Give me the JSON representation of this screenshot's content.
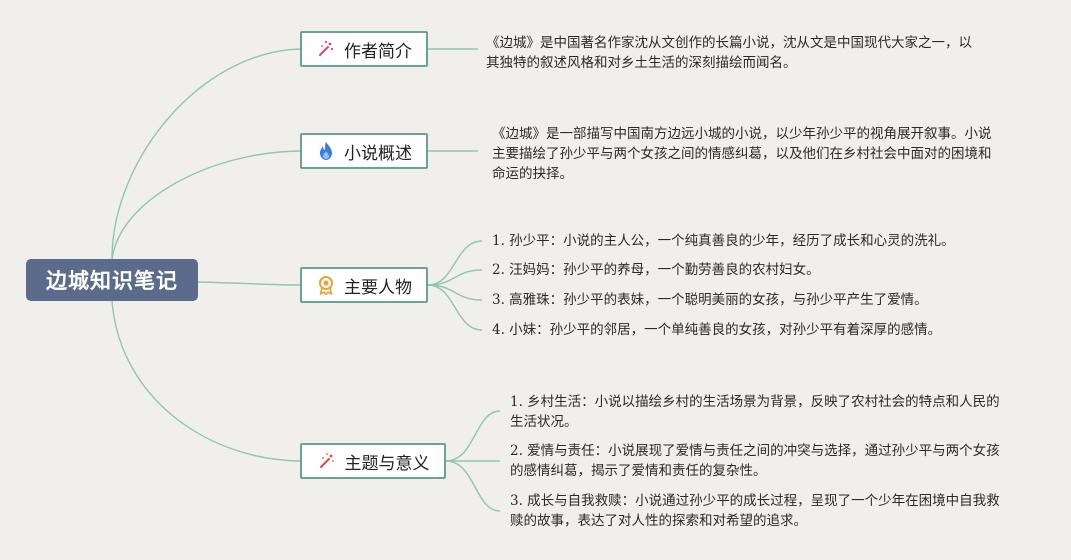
{
  "root": {
    "label": "边城知识笔记"
  },
  "topics": [
    {
      "label": "作者简介",
      "icon": "sparkle-wand-icon",
      "notes": [
        "《边城》是中国著名作家沈从文创作的长篇小说，沈从文是中国现代大家之一，以其独特的叙述风格和对乡土生活的深刻描绘而闻名。"
      ]
    },
    {
      "label": "小说概述",
      "icon": "flame-icon",
      "notes": [
        "《边城》是一部描写中国南方边远小城的小说，以少年孙少平的视角展开叙事。小说主要描绘了孙少平与两个女孩之间的情感纠葛，以及他们在乡村社会中面对的困境和命运的抉择。"
      ]
    },
    {
      "label": "主要人物",
      "icon": "award-medal-icon",
      "notes": [
        "1. 孙少平：小说的主人公，一个纯真善良的少年，经历了成长和心灵的洗礼。",
        "2. 汪妈妈：孙少平的养母，一个勤劳善良的农村妇女。",
        "3. 高雅珠：孙少平的表妹，一个聪明美丽的女孩，与孙少平产生了爱情。",
        "4. 小妹：孙少平的邻居，一个单纯善良的女孩，对孙少平有着深厚的感情。"
      ]
    },
    {
      "label": "主题与意义",
      "icon": "sparkle-wand-icon",
      "notes": [
        "1. 乡村生活：小说以描绘乡村的生活场景为背景，反映了农村社会的特点和人民的生活状况。",
        "2. 爱情与责任：小说展现了爱情与责任之间的冲突与选择，通过孙少平与两个女孩的感情纠葛，揭示了爱情和责任的复杂性。",
        "3. 成长与自我救赎：小说通过孙少平的成长过程，呈现了一个少年在困境中自我救赎的故事，表达了对人性的探索和对希望的追求。"
      ]
    }
  ],
  "colors": {
    "background": "#f1efec",
    "root_fill": "#5a6b8c",
    "topic_border": "#6aa294",
    "connector": "#8fc5b5",
    "icon_pink": "#e0457b",
    "icon_blue": "#3a7be0",
    "icon_gold": "#e8a33a",
    "icon_red": "#e04848"
  }
}
